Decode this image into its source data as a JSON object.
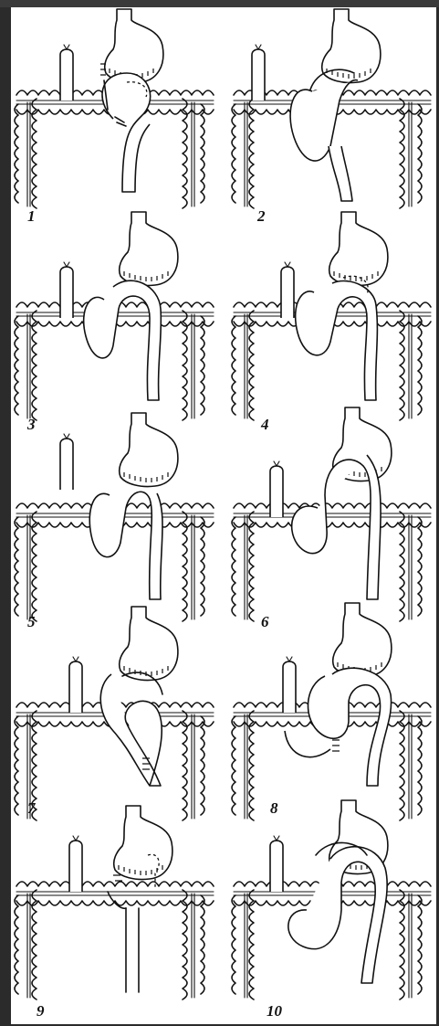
{
  "figure": {
    "panels": [
      {
        "number": "1"
      },
      {
        "number": "2"
      },
      {
        "number": "3"
      },
      {
        "number": "4"
      },
      {
        "number": "5"
      },
      {
        "number": "6"
      },
      {
        "number": "7"
      },
      {
        "number": "8"
      },
      {
        "number": "9"
      },
      {
        "number": "10"
      }
    ]
  }
}
